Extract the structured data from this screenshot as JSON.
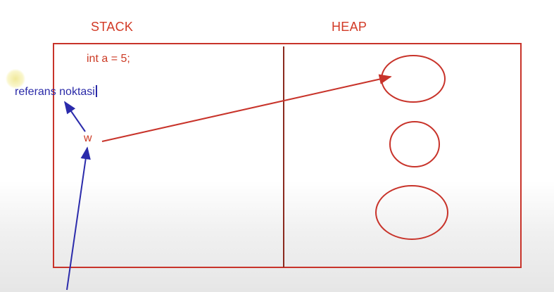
{
  "diagram": {
    "stack_title": "STACK",
    "heap_title": "HEAP",
    "code_line": "int a = 5;",
    "annotation_text": "referans noktasi",
    "variable_label": "w",
    "colors": {
      "diagram_red": "#c8332a",
      "annotation_blue": "#2b2bab",
      "text_red": "#cc3a24"
    },
    "heap_objects": [
      "ellipse",
      "circle",
      "ellipse"
    ]
  }
}
